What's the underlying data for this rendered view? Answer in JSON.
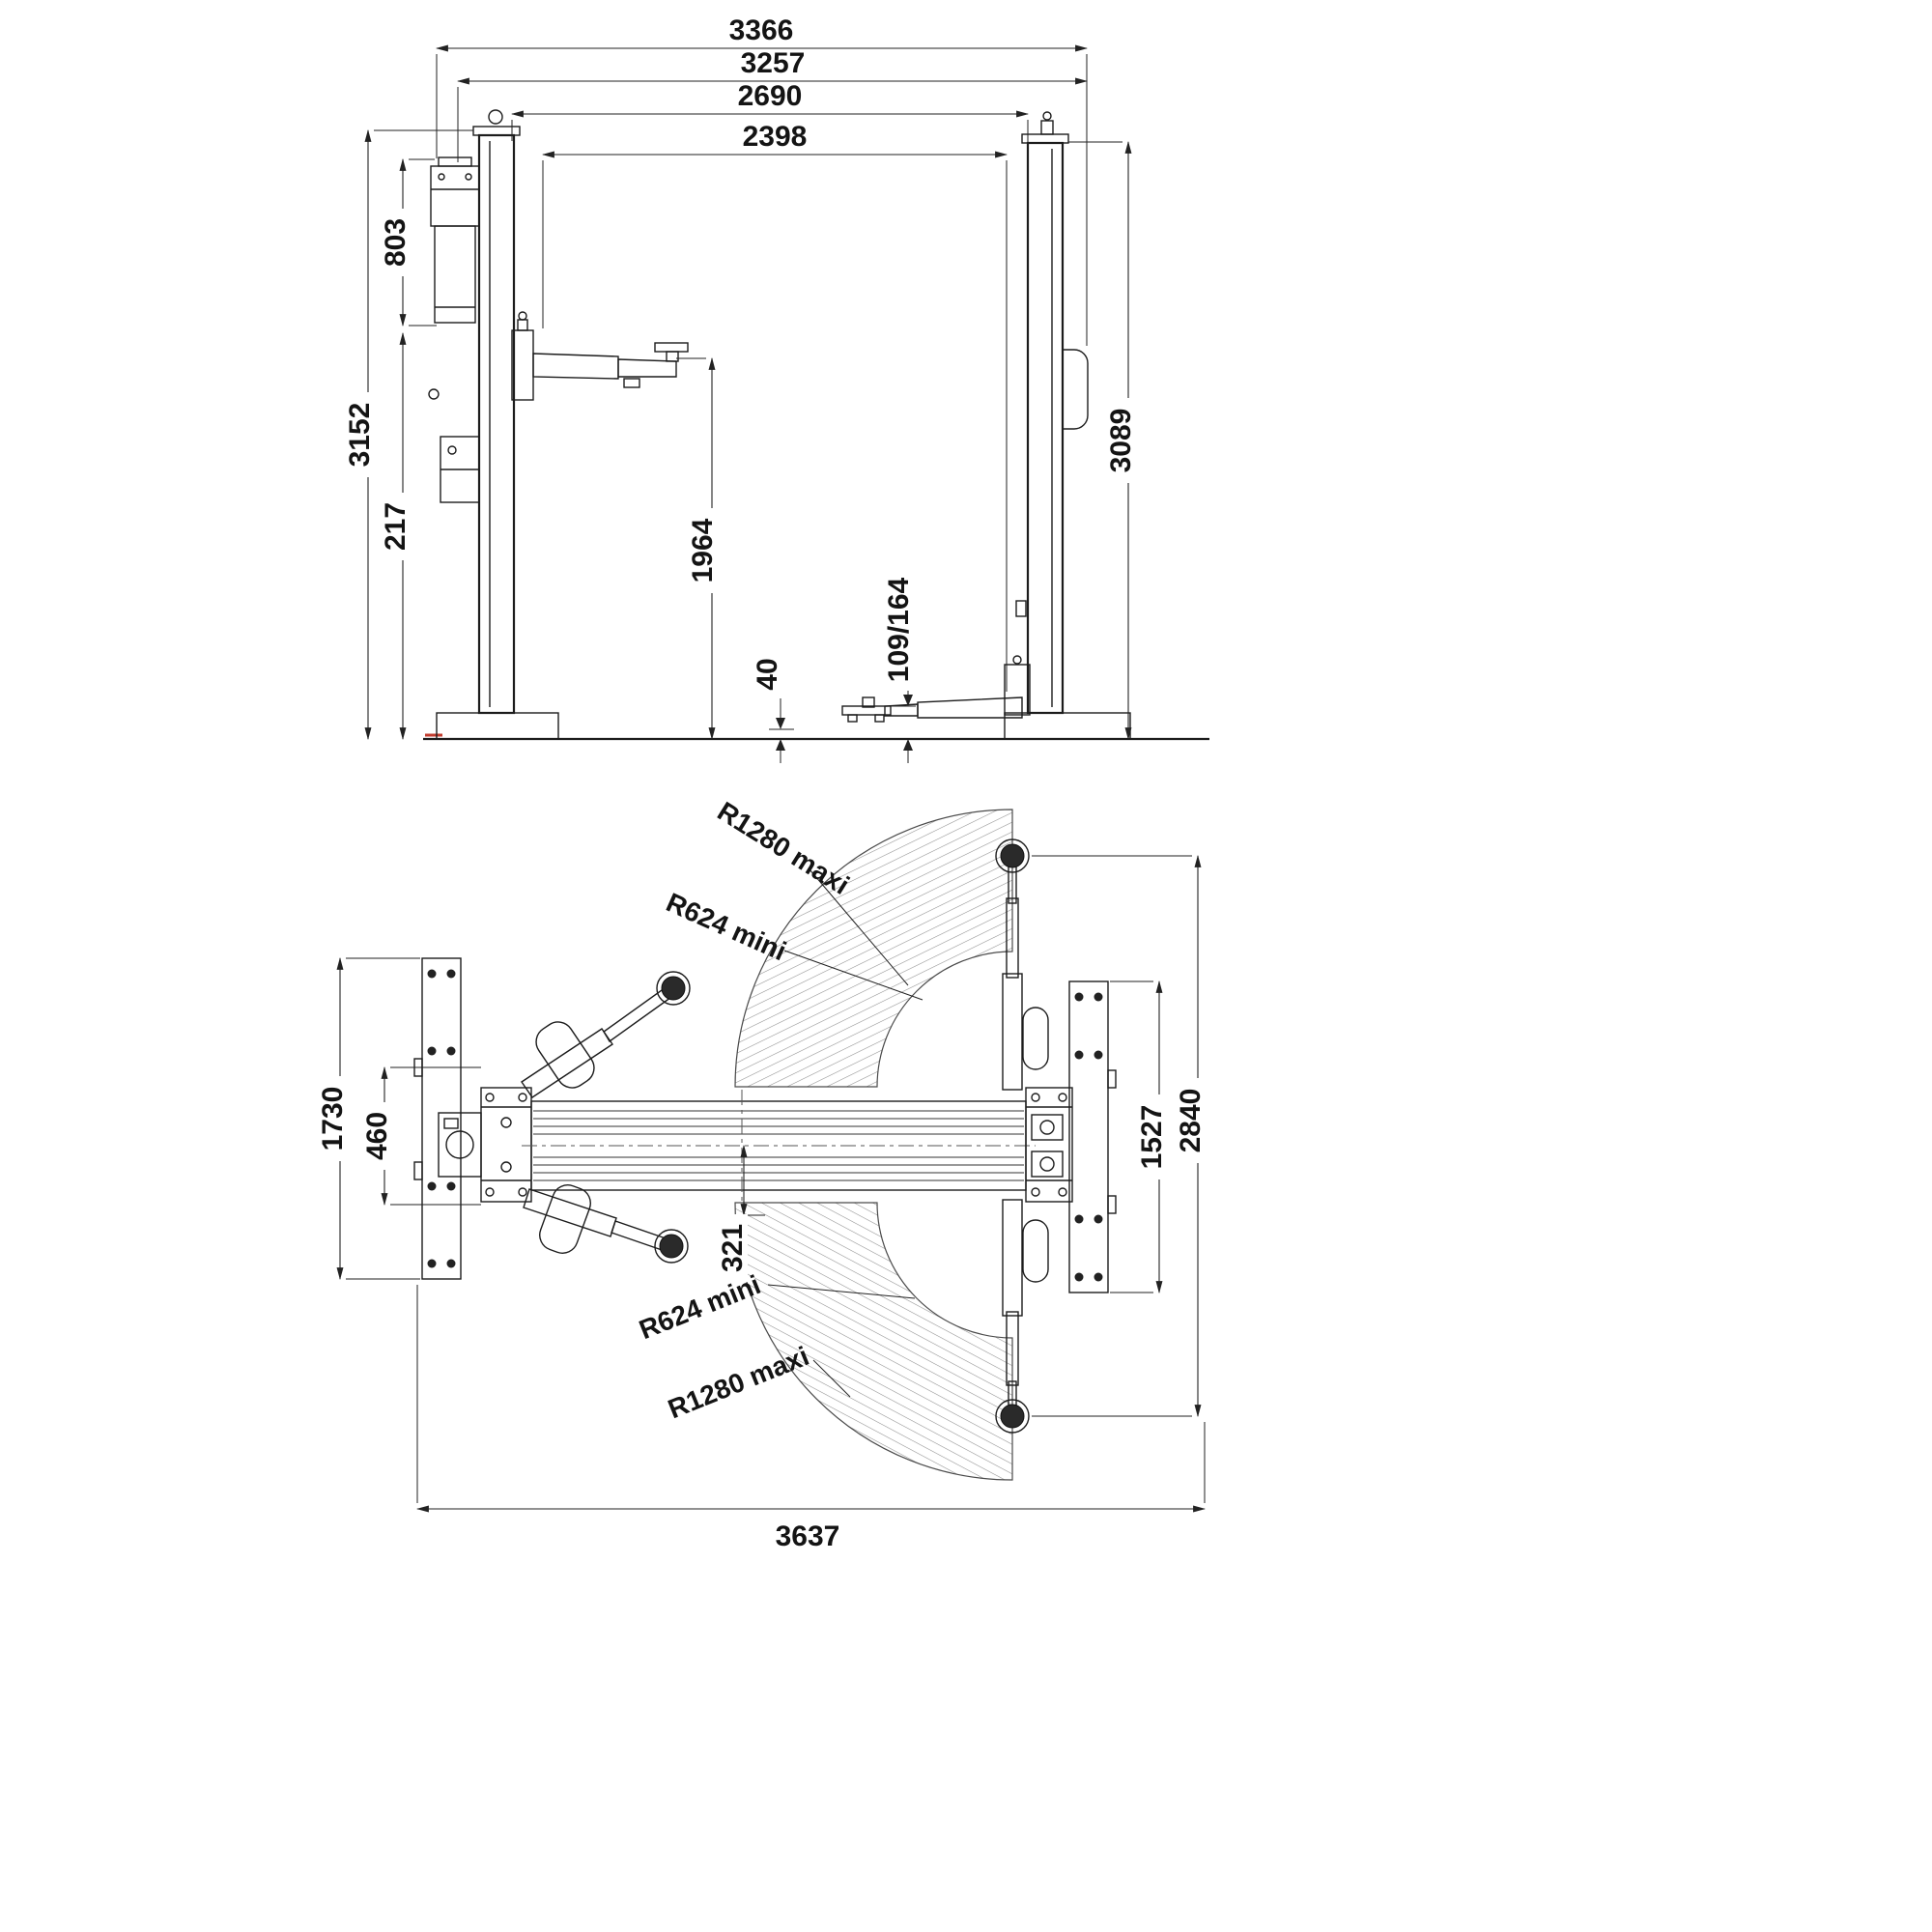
{
  "line_color": "#1c1c1c",
  "accent_red": "#c23b2e",
  "front": {
    "overall_width": "3366",
    "width_over_posts": "3257",
    "inner_clearance": "2690",
    "drive_through_width": "2398",
    "power_unit_height": "803",
    "total_height": "3152",
    "base_section_height": "217",
    "max_lifting_height": "1964",
    "min_pad_height": "40",
    "pad_height_range": "109/164",
    "column_height": "3089"
  },
  "plan": {
    "left_base_plate_length": "1730",
    "carriage_width": "460",
    "beam_offset": "321",
    "right_base_plate_length": "1527",
    "overall_depth": "2840",
    "overall_length": "3637",
    "swing_radius_max_top": "R1280 maxi",
    "swing_radius_min_top": "R624 mini",
    "swing_radius_min_bottom": "R624 mini",
    "swing_radius_max_bottom": "R1280 maxi"
  }
}
